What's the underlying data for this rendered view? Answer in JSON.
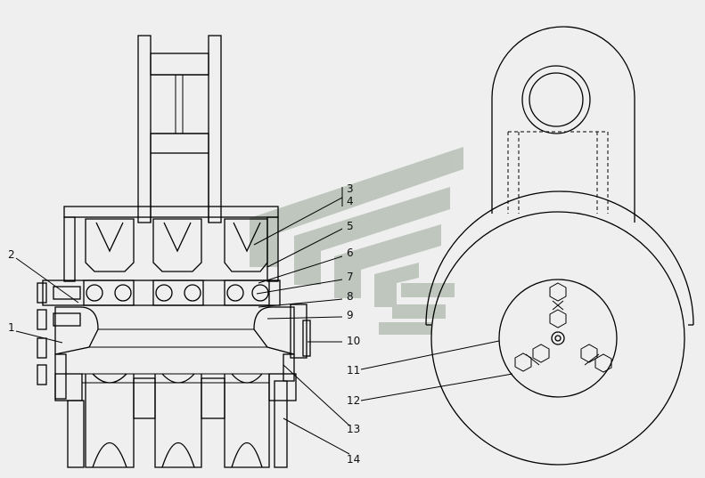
{
  "callouts": [
    {
      "id": "1",
      "text": "1"
    },
    {
      "id": "2",
      "text": "2"
    },
    {
      "id": "3",
      "text": "3"
    },
    {
      "id": "4",
      "text": "4"
    },
    {
      "id": "5",
      "text": "5"
    },
    {
      "id": "6",
      "text": "6"
    },
    {
      "id": "7",
      "text": "7"
    },
    {
      "id": "8",
      "text": "8"
    },
    {
      "id": "9",
      "text": "9"
    },
    {
      "id": "10",
      "text": "10"
    },
    {
      "id": "11",
      "text": "11"
    },
    {
      "id": "12",
      "text": "12"
    },
    {
      "id": "13",
      "text": "13"
    },
    {
      "id": "14",
      "text": "14"
    }
  ],
  "colors": {
    "line": "#000000",
    "hatch": "#000000",
    "background": "#efefef",
    "watermark": "#b9c2b9"
  }
}
